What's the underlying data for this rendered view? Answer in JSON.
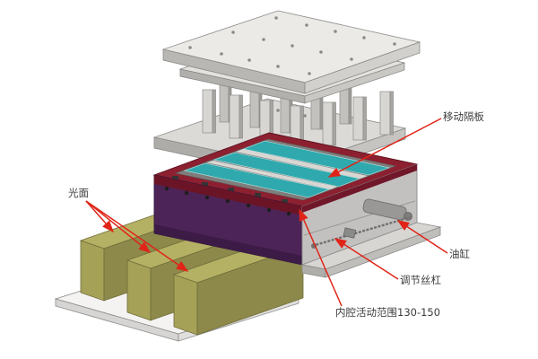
{
  "diagram": {
    "type": "exploded-3d-cad-diagram",
    "annotations": {
      "smooth_surface": "光面",
      "movable_partition": "移动隔板",
      "oil_cylinder": "油缸",
      "adjusting_screw": "调节丝杠",
      "cavity_range": "内腔活动范围130-150"
    },
    "colors": {
      "annotation_red": "#e02418",
      "label_text": "#3c3c3c",
      "mold_body_purple": "#4d2457",
      "rim_maroon": "#8c2030",
      "cavity_teal": "#2fa9ad",
      "block_olive": "#b5b164",
      "plate_gray": "#eceae7",
      "background": "#ffffff"
    }
  }
}
